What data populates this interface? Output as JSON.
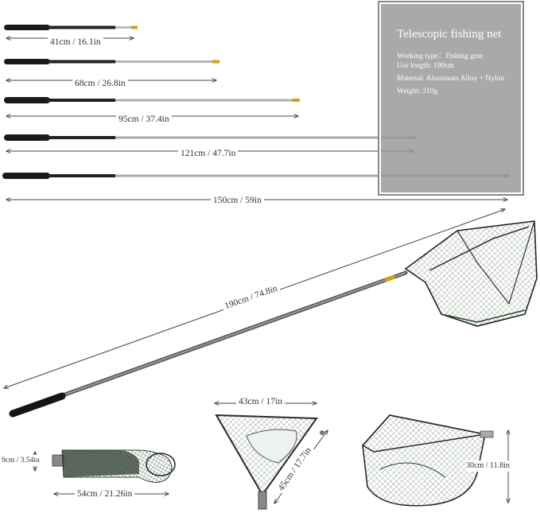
{
  "spec": {
    "title": "Telescopic fishing net",
    "lines": [
      "Working type：Fishing gear",
      "Use length: 190cm",
      "Material: Aluminum Alloy + Nylon",
      "Weight: 310g"
    ]
  },
  "poles": [
    {
      "label": "41cm / 16.1in"
    },
    {
      "label": "68cm / 26.8in"
    },
    {
      "label": "95cm / 37.4in"
    },
    {
      "label": "121cm / 47.7in"
    },
    {
      "label": "150cm / 59in"
    }
  ],
  "full_length_label": "190cm / 74.8in",
  "folded": {
    "height_label": "9cm / 3.54in",
    "length_label": "54cm / 21.26in"
  },
  "head": {
    "width_label": "43cm / 17in",
    "depth_label": "45cm / 17.7in"
  },
  "net": {
    "height_label": "30cm / 11.8in"
  }
}
